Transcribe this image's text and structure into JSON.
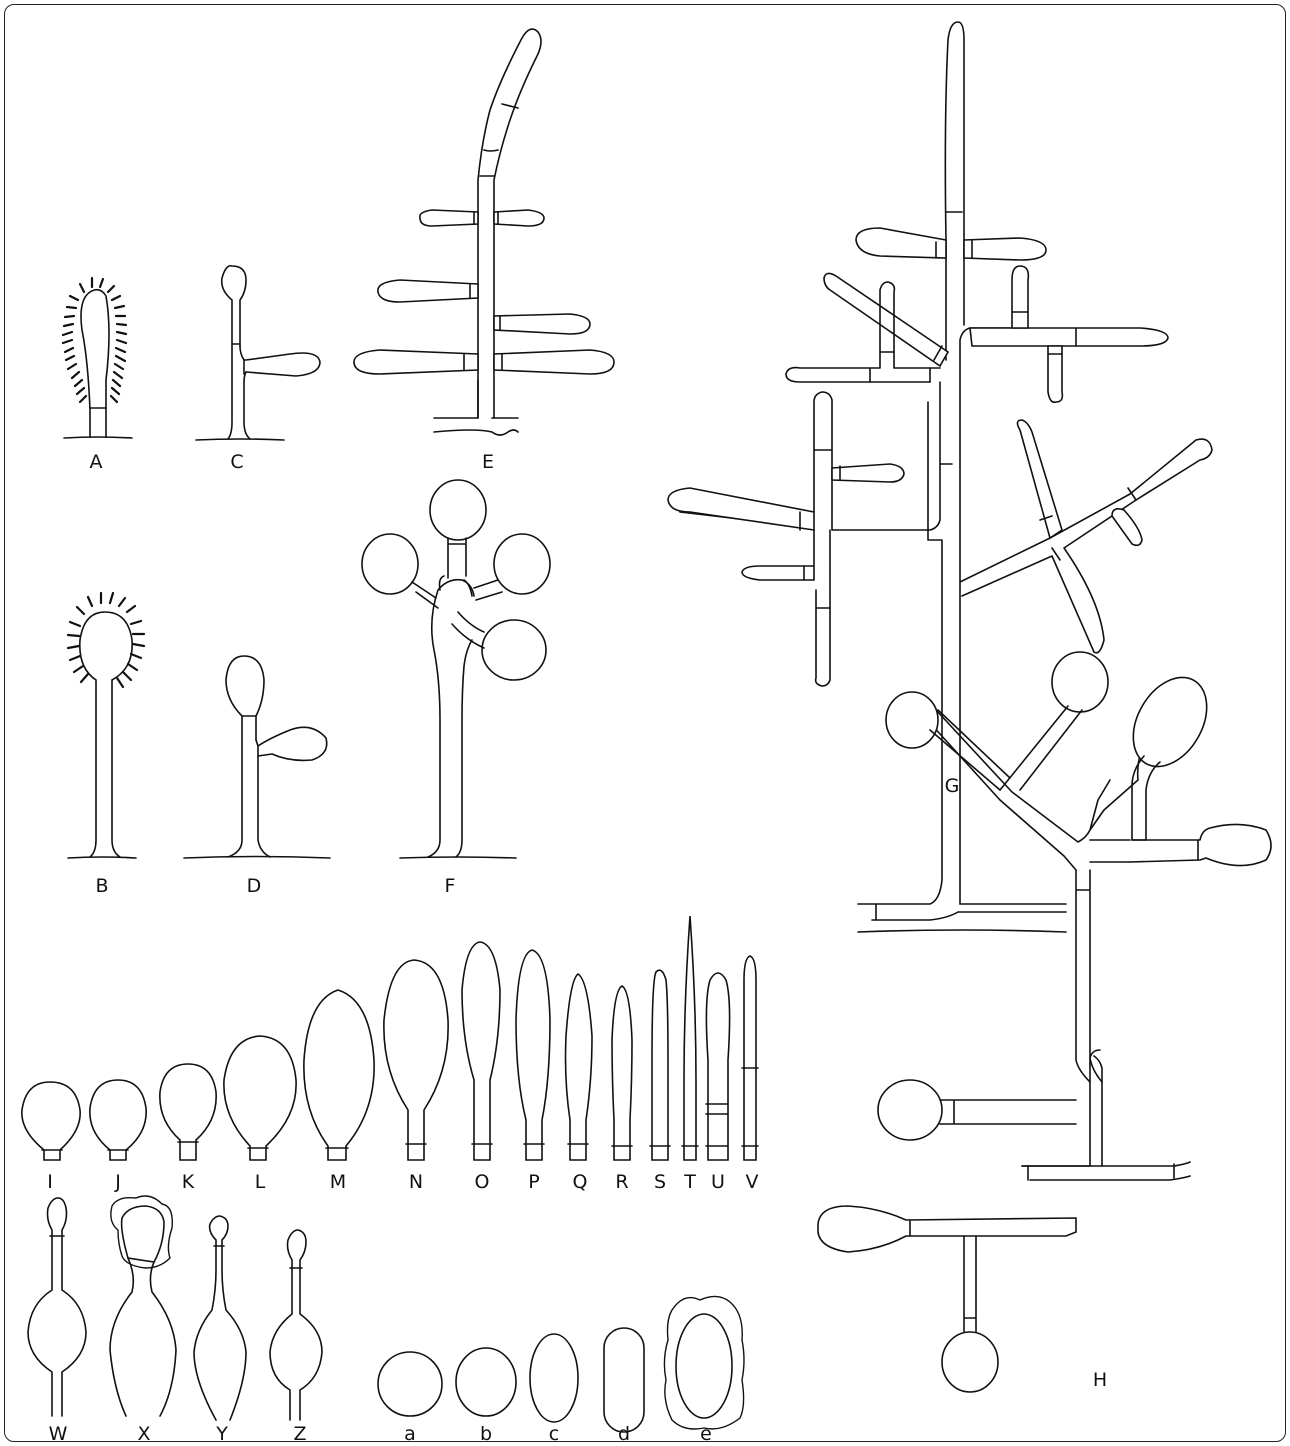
{
  "figure": {
    "labels": {
      "A": "A",
      "B": "B",
      "C": "C",
      "D": "D",
      "E": "E",
      "F": "F",
      "G": "G",
      "H": "H",
      "I": "I",
      "J": "J",
      "K": "K",
      "L": "L",
      "M": "M",
      "N": "N",
      "O": "O",
      "P": "P",
      "Q": "Q",
      "R": "R",
      "S": "S",
      "T": "T",
      "U": "U",
      "V": "V",
      "W": "W",
      "X": "X",
      "Y": "Y",
      "Z": "Z",
      "a": "a",
      "b": "b",
      "c": "c",
      "d": "d",
      "e": "e"
    }
  }
}
